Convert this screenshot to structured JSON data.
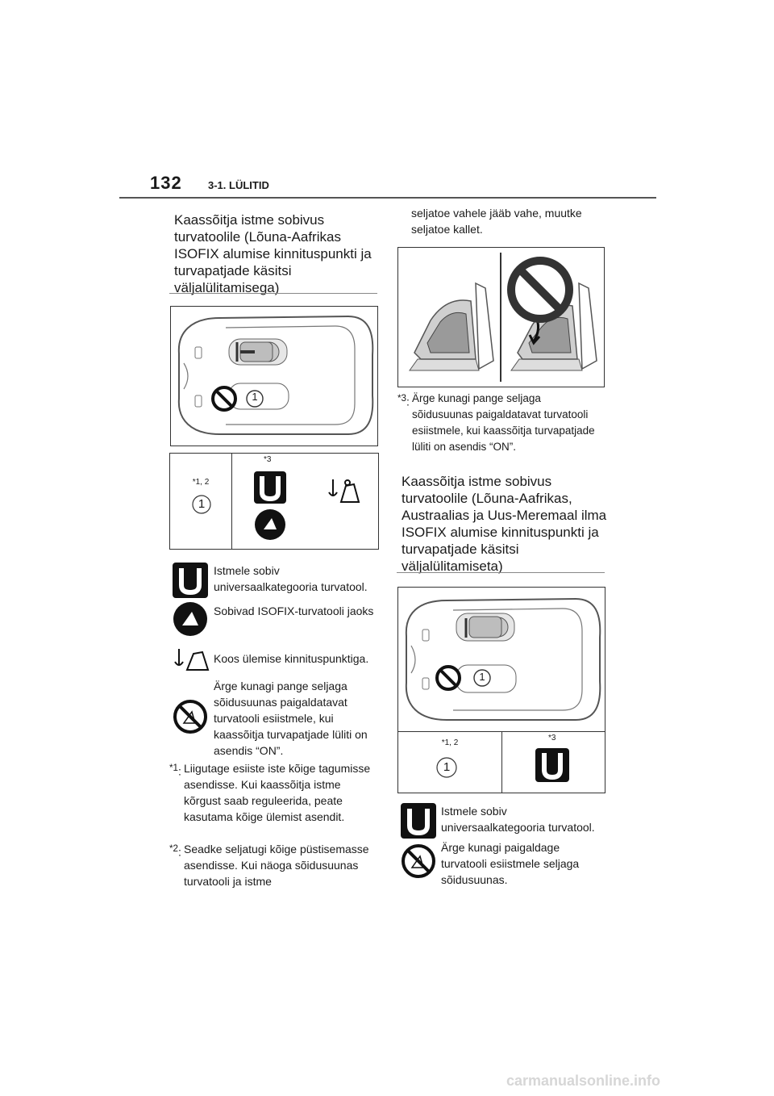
{
  "header": {
    "page_number": "132",
    "section": "3-1. LÜLITID"
  },
  "left": {
    "heading": "Kaassõitja istme sobivus turvatoolile (Lõuna-Aafrikas ISOFIX alumise kinnituspunkti ja turvapatjade käsitsi väljalülitamisega)",
    "figure_seat_label": "1",
    "table": {
      "col1_header": "*1, 2",
      "col1_value": "1",
      "col2_header": "*3"
    },
    "legend": [
      {
        "icon": "universal-u-icon",
        "text": "Istmele sobiv universaalkategooria turvatool."
      },
      {
        "icon": "isofix-seat-icon",
        "text": "Sobivad ISOFIX-turvatooli jaoks"
      },
      {
        "icon": "top-tether-anchor-icon",
        "text": "Koos ülemise kinnituspunktiga."
      },
      {
        "icon": "no-rear-facing-seat-icon",
        "text": "Ärge kunagi pange seljaga sõidusuunas paigaldatavat turvatooli esiistmele, kui kaassõitja turvapatjade lüliti on asendis “ON”."
      }
    ],
    "notes": [
      {
        "mark": "*1",
        "text": "Liigutage esiiste iste kõige tagumisse asendisse. Kui kaassõitja istme kõrgust saab reguleerida, peate kasutama kõige ülemist asendit."
      },
      {
        "mark": "*2",
        "text": "Seadke seljatugi kõige püstisemasse asendisse. Kui näoga sõidusuunas turvatooli ja istme"
      }
    ]
  },
  "right": {
    "continuation": "seljatoe vahele jääb vahe, muutke seljatoe kallet.",
    "note3": {
      "mark": "*3",
      "text": "Ärge kunagi pange seljaga sõidusuunas paigaldatavat turvatooli esiistmele, kui kaassõitja turvapatjade lüliti on asendis “ON”."
    },
    "heading": "Kaassõitja istme sobivus turvatoolile (Lõuna-Aafrikas, Austraalias ja Uus-Meremaal ilma ISOFIX alumise kinnituspunkti ja turvapatjade käsitsi väljalülitamiseta)",
    "figure_seat_label": "1",
    "table": {
      "col1_header": "*1, 2",
      "col1_value": "1",
      "col2_header": "*3"
    },
    "legend": [
      {
        "icon": "universal-u-icon",
        "text": "Istmele sobiv universaalkategooria turvatool."
      },
      {
        "icon": "no-rear-facing-seat-icon",
        "text": "Ärge kunagi paigaldage turvatooli esiistmele seljaga sõidusuunas."
      }
    ]
  },
  "watermark": "carmanualsonline.info"
}
